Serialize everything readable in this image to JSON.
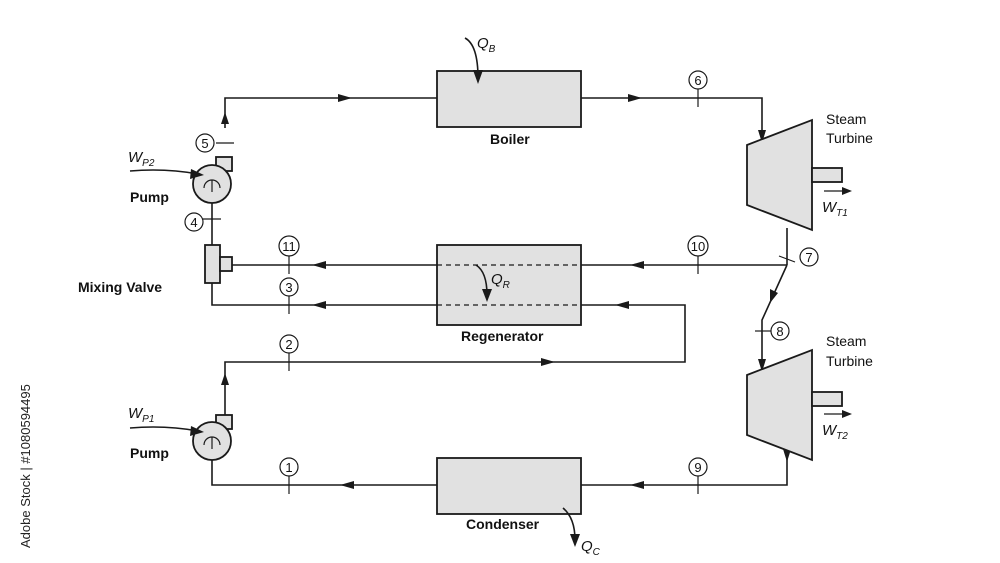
{
  "components": {
    "boiler": "Boiler",
    "regenerator": "Regenerator",
    "condenser": "Condenser",
    "turbine_1": "Steam\nTurbine",
    "turbine_2": "Steam\nTurbine",
    "pump_1": "Pump",
    "pump_2": "Pump",
    "mixing_valve": "Mixing Valve"
  },
  "energy_labels": {
    "qb": {
      "main": "Q",
      "sub": "B"
    },
    "qr": {
      "main": "Q",
      "sub": "R"
    },
    "qc": {
      "main": "Q",
      "sub": "C"
    },
    "wp1": {
      "main": "W",
      "sub": "P1"
    },
    "wp2": {
      "main": "W",
      "sub": "P2"
    },
    "wt1": {
      "main": "W",
      "sub": "T1"
    },
    "wt2": {
      "main": "W",
      "sub": "T2"
    }
  },
  "state_points": [
    "1",
    "2",
    "3",
    "4",
    "5",
    "6",
    "7",
    "8",
    "9",
    "10",
    "11"
  ],
  "watermark": "Adobe Stock | #1080594495",
  "colors": {
    "line": "#1a1a1a",
    "component_fill": "#e1e1e1",
    "background": "#ffffff"
  }
}
